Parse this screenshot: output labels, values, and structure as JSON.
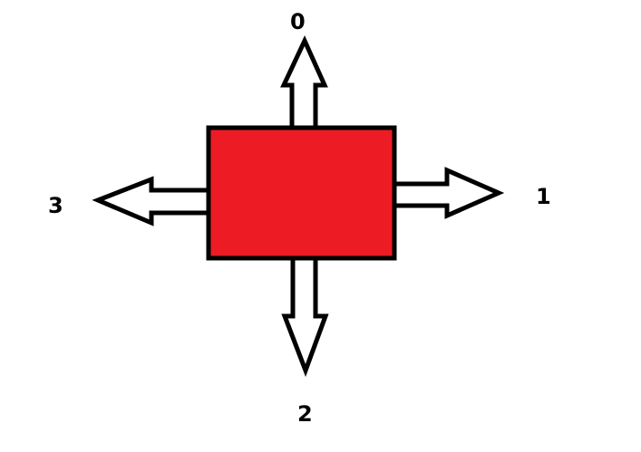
{
  "colors": {
    "box_fill": "#ed1c24",
    "stroke": "#000000",
    "arrow_fill": "#ffffff",
    "background": "#ffffff"
  },
  "labels": {
    "up": "0",
    "right": "1",
    "down": "2",
    "left": "3"
  }
}
